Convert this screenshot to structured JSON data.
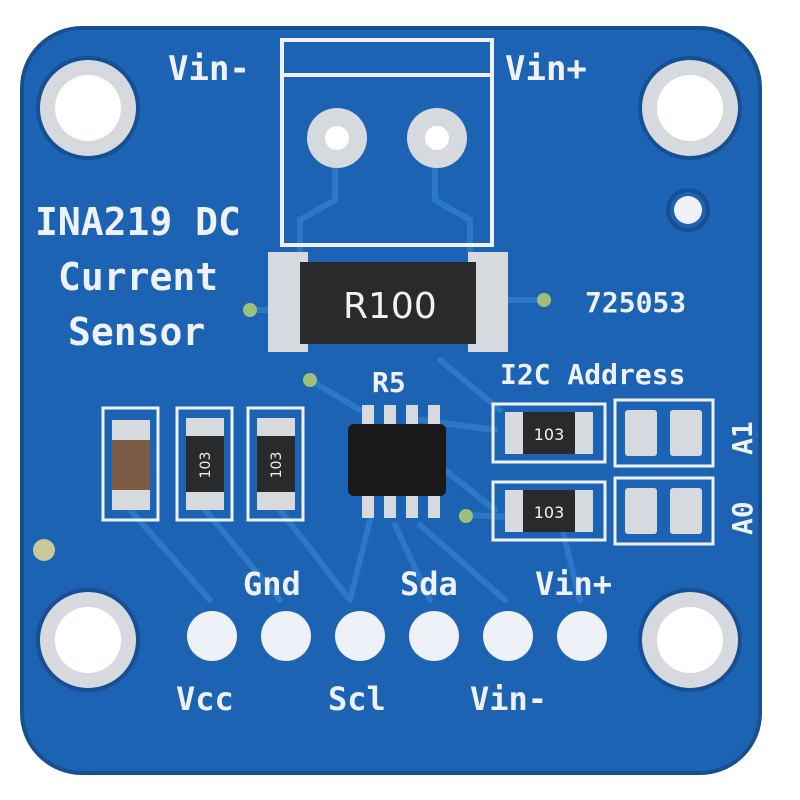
{
  "colors": {
    "background": "#ffffff",
    "pcb": "#1d63b3",
    "pcb_dark": "#164f92",
    "trace": "#2b78c8",
    "silkscreen": "#eef2f8",
    "pad": "#d6d9dd",
    "chip": "#1a1a1a",
    "resistor_body": "#2a2a2a"
  },
  "board": {
    "title_line1": "INA219 DC",
    "title_line2": "Current",
    "title_line3": "Sensor",
    "part_number": "725053",
    "terminal_labels": {
      "left": "Vin-",
      "right": "Vin+"
    },
    "shunt_label": "R100",
    "shunt_designator": "R5",
    "address_label": "I2C Address",
    "jumper_labels": {
      "a1": "A1",
      "a0": "A0"
    },
    "resistor_code": "103",
    "header_labels_top": {
      "gnd": "Gnd",
      "sda": "Sda",
      "vin_plus": "Vin+"
    },
    "header_labels_bottom": {
      "vcc": "Vcc",
      "scl": "Scl",
      "vin_minus": "Vin-"
    }
  }
}
